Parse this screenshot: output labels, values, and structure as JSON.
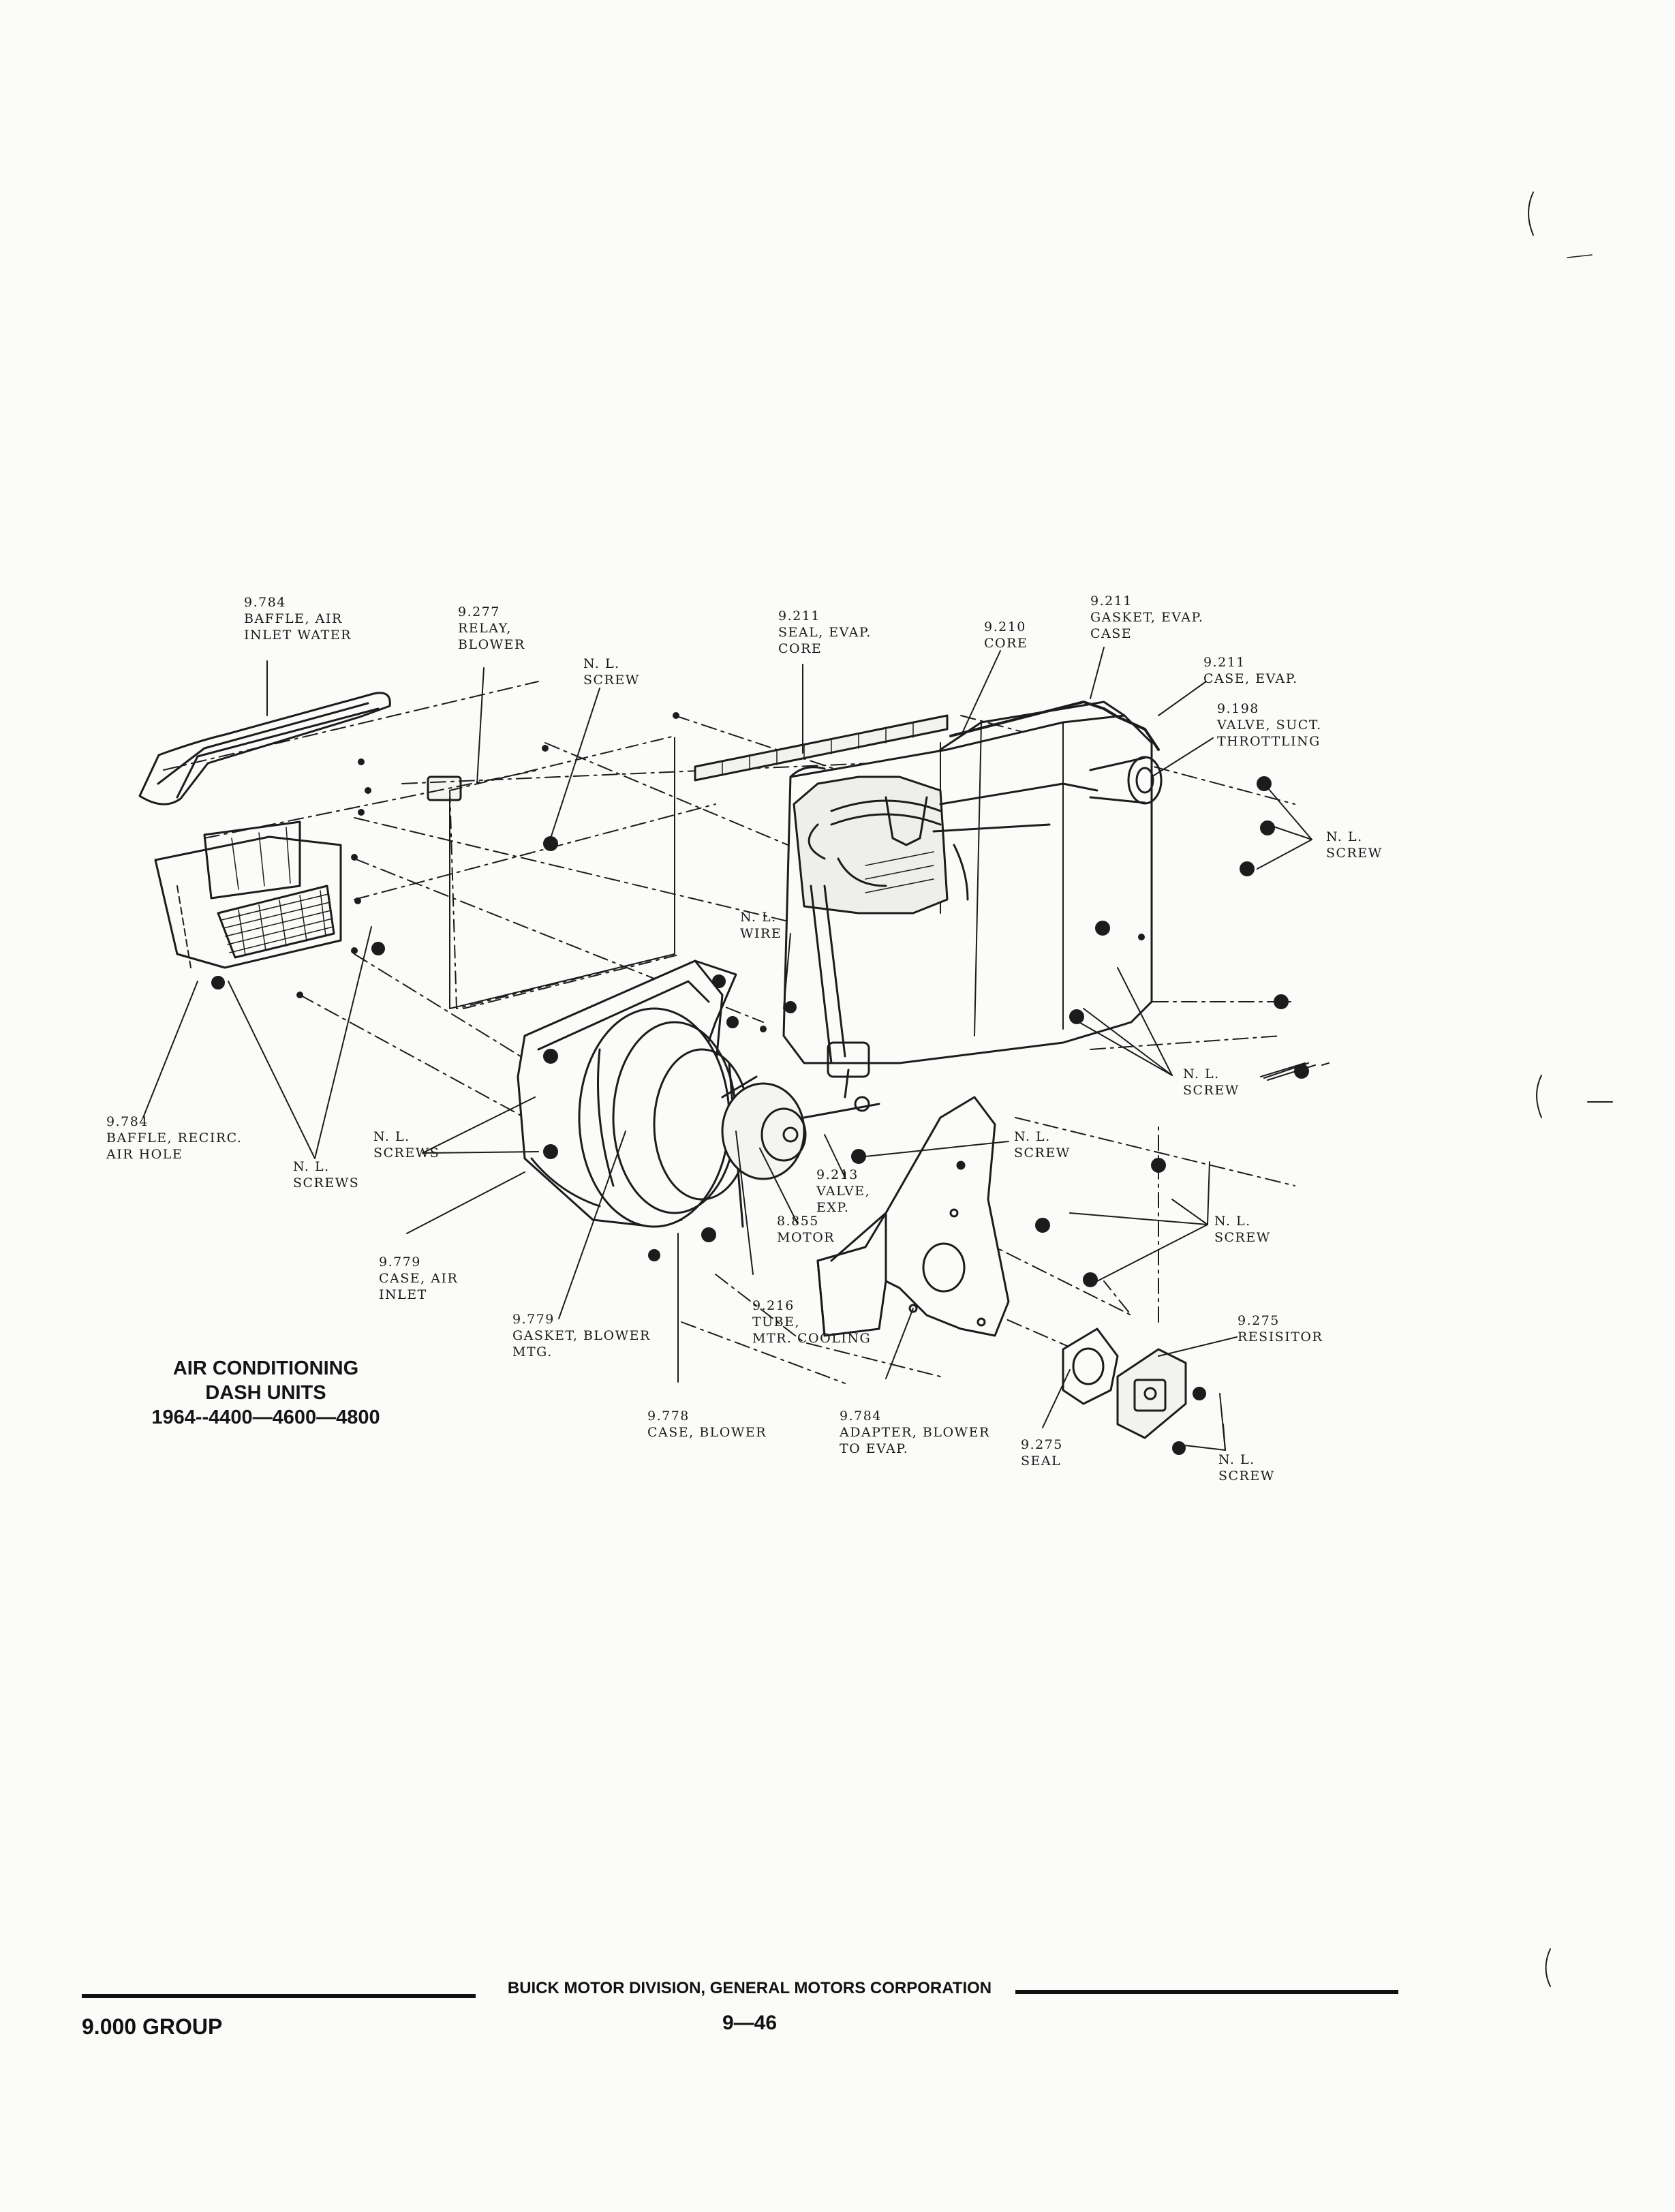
{
  "callouts": [
    {
      "id": "baffle-air-inlet-water",
      "lines": [
        "9.784",
        "BAFFLE, AIR",
        "INLET WATER"
      ]
    },
    {
      "id": "relay-blower",
      "lines": [
        "9.277",
        "RELAY,",
        "BLOWER"
      ]
    },
    {
      "id": "nl-screw-top",
      "lines": [
        "N. L.",
        "SCREW"
      ]
    },
    {
      "id": "seal-evap-core",
      "lines": [
        "9.211",
        "SEAL, EVAP.",
        "CORE"
      ]
    },
    {
      "id": "core",
      "lines": [
        "9.210",
        "CORE"
      ]
    },
    {
      "id": "gasket-evap-case",
      "lines": [
        "9.211",
        "GASKET, EVAP.",
        "CASE"
      ]
    },
    {
      "id": "case-evap",
      "lines": [
        "9.211",
        "CASE, EVAP."
      ]
    },
    {
      "id": "valve-suct-throttling",
      "lines": [
        "9.198",
        "VALVE, SUCT.",
        "THROTTLING"
      ]
    },
    {
      "id": "nl-screw-right-upper",
      "lines": [
        "N. L.",
        "SCREW"
      ]
    },
    {
      "id": "nl-wire",
      "lines": [
        "N. L.",
        "WIRE"
      ]
    },
    {
      "id": "nl-screw-right-mid",
      "lines": [
        "N. L.",
        "SCREW"
      ]
    },
    {
      "id": "baffle-recirc-air-hole",
      "lines": [
        "9.784",
        "BAFFLE, RECIRC.",
        "AIR HOLE"
      ]
    },
    {
      "id": "nl-screws-left",
      "lines": [
        "N. L.",
        "SCREWS"
      ]
    },
    {
      "id": "nl-screws-center",
      "lines": [
        "N. L.",
        "SCREWS"
      ]
    },
    {
      "id": "nl-screw-adapter",
      "lines": [
        "N. L.",
        "SCREW"
      ]
    },
    {
      "id": "valve-exp",
      "lines": [
        "9.213",
        "VALVE,",
        "EXP."
      ]
    },
    {
      "id": "motor",
      "lines": [
        "8.855",
        "MOTOR"
      ]
    },
    {
      "id": "nl-screw-right-lower",
      "lines": [
        "N. L.",
        "SCREW"
      ]
    },
    {
      "id": "case-air-inlet",
      "lines": [
        "9.779",
        "CASE, AIR",
        "INLET"
      ]
    },
    {
      "id": "tube-mtr-cooling",
      "lines": [
        "9.216",
        "TUBE,",
        "MTR. COOLING"
      ]
    },
    {
      "id": "gasket-blower-mtg",
      "lines": [
        "9.779",
        "GASKET, BLOWER",
        "MTG."
      ]
    },
    {
      "id": "resistor",
      "lines": [
        "9.275",
        "RESISITOR"
      ]
    },
    {
      "id": "case-blower",
      "lines": [
        "9.778",
        "CASE, BLOWER"
      ]
    },
    {
      "id": "adapter-blower-to-evap",
      "lines": [
        "9.784",
        "ADAPTER, BLOWER",
        "TO EVAP."
      ]
    },
    {
      "id": "seal",
      "lines": [
        "9.275",
        "SEAL"
      ]
    },
    {
      "id": "nl-screw-bottom",
      "lines": [
        "N. L.",
        "SCREW"
      ]
    }
  ],
  "caption": {
    "line1": "AIR CONDITIONING",
    "line2": "DASH UNITS",
    "line3": "1964--4400—4600—4800"
  },
  "footer": {
    "division": "BUICK MOTOR DIVISION, GENERAL MOTORS CORPORATION",
    "group": "9.000 GROUP",
    "page_number": "9—46"
  }
}
